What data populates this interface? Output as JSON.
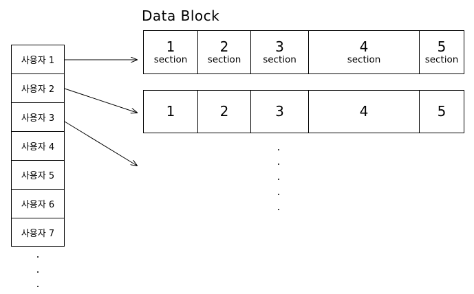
{
  "title": "Data Block",
  "users": [
    "사용자 1",
    "사용자 2",
    "사용자 3",
    "사용자 4",
    "사용자 5",
    "사용자 6",
    "사용자 7"
  ],
  "block_rows": [
    {
      "cells": [
        {
          "num": "1",
          "label": "section"
        },
        {
          "num": "2",
          "label": "section"
        },
        {
          "num": "3",
          "label": "section"
        },
        {
          "num": "4",
          "label": "section"
        },
        {
          "num": "5",
          "label": "section"
        }
      ]
    },
    {
      "cells": [
        {
          "num": "1"
        },
        {
          "num": "2"
        },
        {
          "num": "3"
        },
        {
          "num": "4"
        },
        {
          "num": "5"
        }
      ]
    }
  ]
}
